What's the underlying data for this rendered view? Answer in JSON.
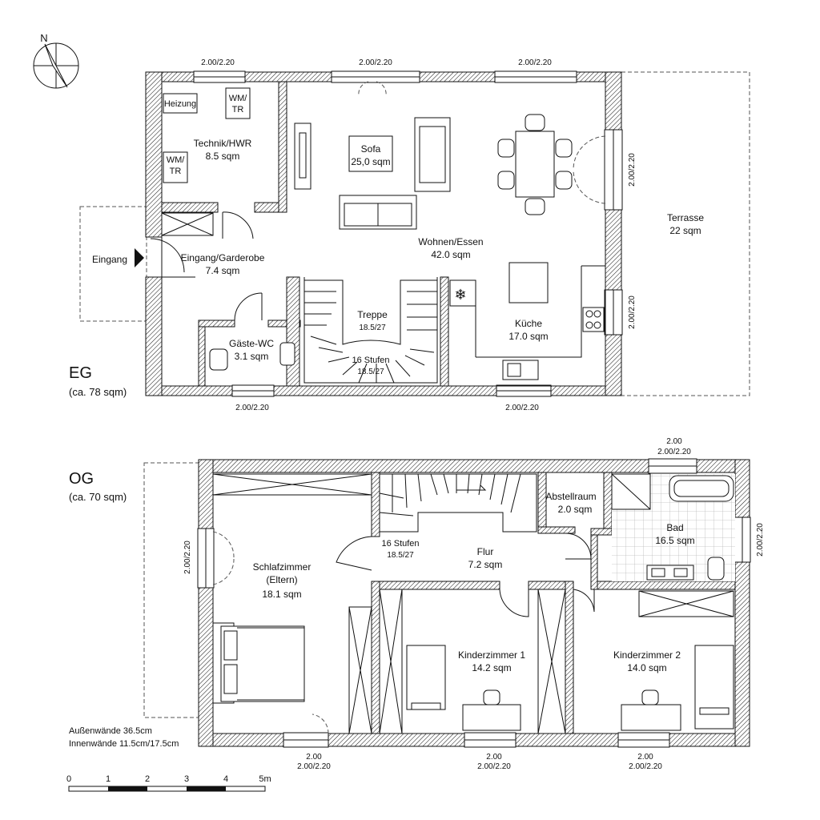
{
  "north": "N",
  "eg": {
    "title": "EG",
    "area": "(ca. 78 sqm)",
    "rooms": {
      "technik": {
        "name": "Technik/HWR",
        "area": "8.5 sqm"
      },
      "heizung": "Heizung",
      "wm1": [
        "WM/",
        "TR"
      ],
      "wm2": [
        "WM/",
        "TR"
      ],
      "sofa": {
        "name": "Sofa",
        "area": "25,0 sqm"
      },
      "wohnen": {
        "name": "Wohnen/Essen",
        "area": "42.0 sqm"
      },
      "terrasse": {
        "name": "Terrasse",
        "area": "22 sqm"
      },
      "eingang_label": "Eingang",
      "eingang": {
        "name": "Eingang/Garderobe",
        "area": "7.4 sqm"
      },
      "treppe": {
        "name": "Treppe",
        "area": "18.5/27"
      },
      "stufen": {
        "name": "16 Stufen",
        "area": "18.5/27"
      },
      "gaeste": {
        "name": "Gäste-WC",
        "area": "3.1 sqm"
      },
      "kueche": {
        "name": "Küche",
        "area": "17.0 sqm"
      }
    },
    "dims": {
      "top1": "2.00/2.20",
      "top2": "2.00/2.20",
      "top3": "2.00/2.20",
      "right1": "2.00/2.20",
      "right2": "2.00/2.20",
      "bot1": "2.00/2.20",
      "bot2": "2.00/2.20"
    }
  },
  "og": {
    "title": "OG",
    "area": "(ca. 70 sqm)",
    "rooms": {
      "schlaf": {
        "name": "Schlafzimmer",
        "name2": "(Eltern)",
        "area": "18.1 sqm"
      },
      "stufen": {
        "name": "16 Stufen",
        "area": "18.5/27"
      },
      "flur": {
        "name": "Flur",
        "area": "7.2 sqm"
      },
      "abstell": {
        "name": "Abstellraum",
        "area": "2.0 sqm"
      },
      "bad": {
        "name": "Bad",
        "area": "16.5 sqm"
      },
      "kinder1": {
        "name": "Kinderzimmer 1",
        "area": "14.2 sqm"
      },
      "kinder2": {
        "name": "Kinderzimmer 2",
        "area": "14.0 sqm"
      }
    },
    "dims": {
      "top_a": "2.00",
      "top_b": "2.00/2.20",
      "left": "2.00/2.20",
      "right": "2.00/2.20",
      "b1a": "2.00",
      "b1b": "2.00/2.20",
      "b2a": "2.00",
      "b2b": "2.00/2.20",
      "b3a": "2.00",
      "b3b": "2.00/2.20"
    }
  },
  "notes": {
    "line1": "Außenwände 36.5cm",
    "line2": "Innenwände 11.5cm/17.5cm"
  },
  "scale": {
    "labels": [
      "0",
      "1",
      "2",
      "3",
      "4",
      "5m"
    ]
  }
}
